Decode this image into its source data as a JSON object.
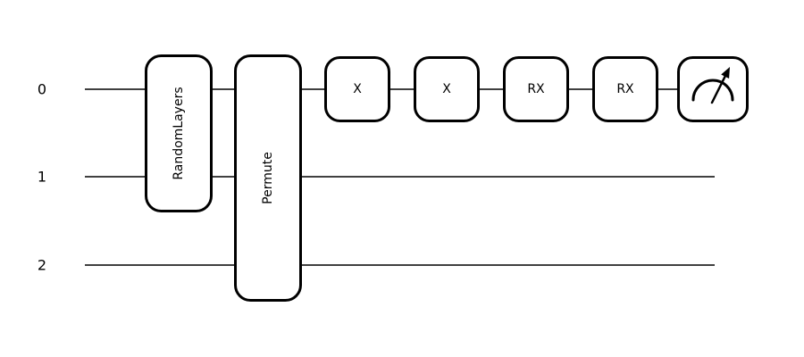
{
  "diagram": {
    "type": "quantum-circuit",
    "colors": {
      "line": "#000000",
      "background": "#ffffff",
      "gate_fill": "#ffffff"
    },
    "circuit": {
      "wires": [
        {
          "label": "0"
        },
        {
          "label": "1"
        },
        {
          "label": "2"
        }
      ],
      "gates": [
        {
          "label": "RandomLayers",
          "wires": "0-1",
          "orientation": "vertical"
        },
        {
          "label": "Permute",
          "wires": "0-2",
          "orientation": "vertical"
        },
        {
          "label": "X",
          "wires": "0"
        },
        {
          "label": "X",
          "wires": "0"
        },
        {
          "label": "RX",
          "wires": "0"
        },
        {
          "label": "RX",
          "wires": "0"
        }
      ],
      "measurement": {
        "wire": "0",
        "icon": "gauge-measurement-icon"
      }
    }
  }
}
